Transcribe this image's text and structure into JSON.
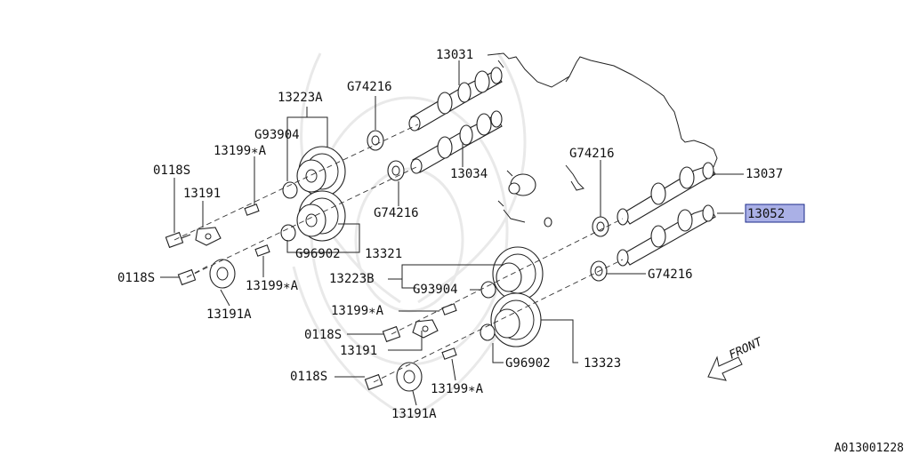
{
  "diagram_id": "A013001228",
  "front_label": "FRONT",
  "highlight_color": "#aab0e6",
  "labels": {
    "l13031": "13031",
    "l13223A": "13223A",
    "lG74216_top": "G74216",
    "lG93904_top": "G93904",
    "l13199A_top": "13199∗A",
    "l0118S_1": "0118S",
    "l13191_1": "13191",
    "l13034": "13034",
    "lG74216_mid": "G74216",
    "lG96902_top": "G96902",
    "l13321": "13321",
    "l0118S_2": "0118S",
    "l13199A_2": "13199∗A",
    "l13191A_1": "13191A",
    "lG74216_right": "G74216",
    "l13037": "13037",
    "l13052": "13052",
    "lG74216_low": "G74216",
    "l13223B": "13223B",
    "lG93904_low": "G93904",
    "l13199A_3": "13199∗A",
    "l0118S_3": "0118S",
    "l13191_2": "13191",
    "lG96902_low": "G96902",
    "l13323": "13323",
    "l0118S_4": "0118S",
    "l13199A_4": "13199∗A",
    "l13191A_2": "13191A"
  }
}
